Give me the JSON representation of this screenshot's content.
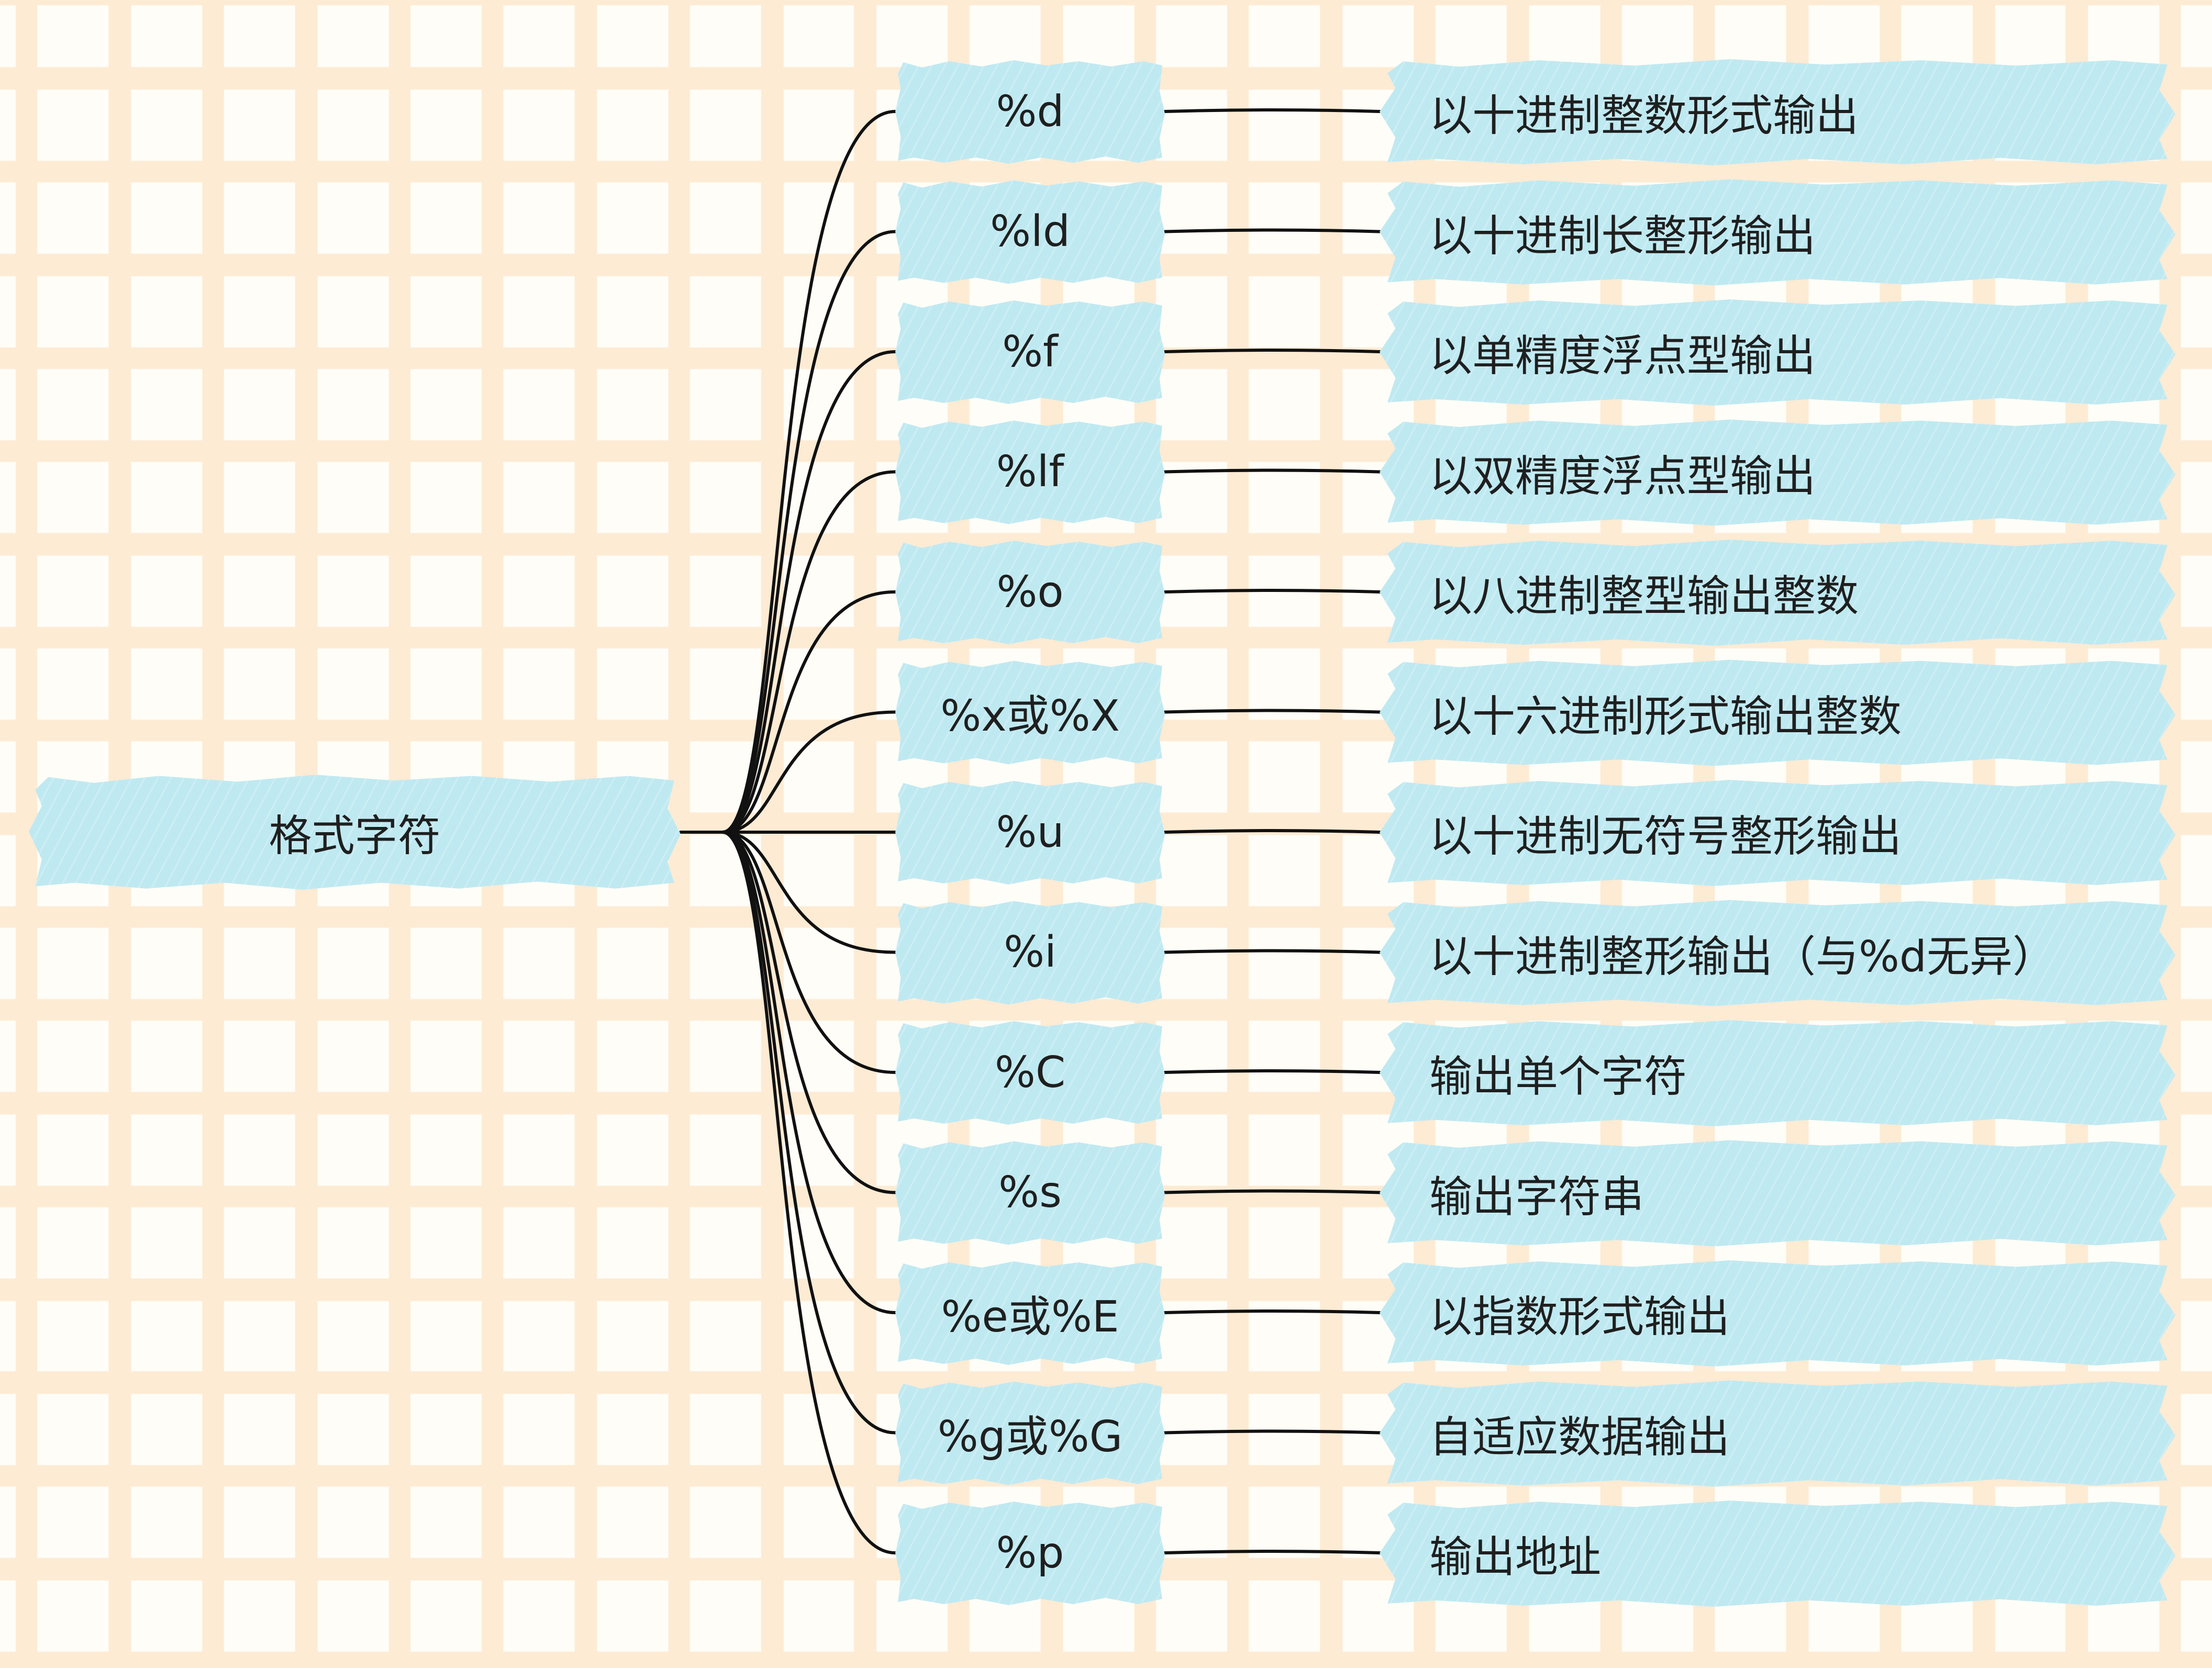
{
  "root": {
    "label": "格式字符"
  },
  "items": [
    {
      "key": "%d",
      "desc": "以十进制整数形式输出"
    },
    {
      "key": "%ld",
      "desc": "以十进制长整形输出"
    },
    {
      "key": "%f",
      "desc": "以单精度浮点型输出"
    },
    {
      "key": "%lf",
      "desc": "以双精度浮点型输出"
    },
    {
      "key": "%o",
      "desc": "以八进制整型输出整数"
    },
    {
      "key": "%x或%X",
      "desc": "以十六进制形式输出整数"
    },
    {
      "key": "%u",
      "desc": "以十进制无符号整形输出"
    },
    {
      "key": "%i",
      "desc": "以十进制整形输出（与%d无异）"
    },
    {
      "key": "%C",
      "desc": "输出单个字符"
    },
    {
      "key": "%s",
      "desc": "输出字符串"
    },
    {
      "key": "%e或%E",
      "desc": "以指数形式输出"
    },
    {
      "key": "%g或%G",
      "desc": "自适应数据输出"
    },
    {
      "key": "%p",
      "desc": "输出地址"
    }
  ],
  "colors": {
    "node_fill": "#bfe9f1",
    "line": "#111111",
    "grid": "#fdebd4",
    "background": "#fffdf7"
  }
}
